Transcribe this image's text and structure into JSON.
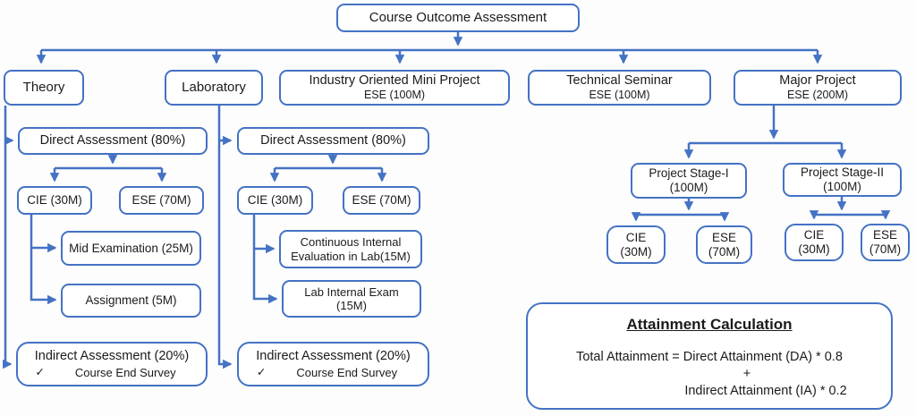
{
  "root": {
    "label": "Course Outcome Assessment"
  },
  "level2": {
    "theory": "Theory",
    "laboratory": "Laboratory",
    "mini_project": {
      "title": "Industry Oriented Mini Project",
      "subtitle": "ESE (100M)"
    },
    "technical_seminar": {
      "title": "Technical Seminar",
      "subtitle": "ESE (100M)"
    },
    "major_project": {
      "title": "Major Project",
      "subtitle": "ESE (200M)"
    }
  },
  "theory_branch": {
    "direct": "Direct Assessment (80%)",
    "cie": "CIE (30M)",
    "ese": "ESE (70M)",
    "mid_exam": "Mid Examination (25M)",
    "assignment": "Assignment (5M)",
    "indirect_title": "Indirect Assessment (20%)",
    "indirect_check": "✓",
    "indirect_item": "Course End Survey"
  },
  "lab_branch": {
    "direct": "Direct Assessment (80%)",
    "cie": "CIE (30M)",
    "ese": "ESE (70M)",
    "cont_eval_line1": "Continuous Internal",
    "cont_eval_line2": "Evaluation in Lab(15M)",
    "lab_exam_line1": "Lab Internal Exam",
    "lab_exam_line2": "(15M)",
    "indirect_title": "Indirect Assessment (20%)",
    "indirect_check": "✓",
    "indirect_item": "Course End Survey"
  },
  "major_branch": {
    "stage1_line1": "Project Stage-I",
    "stage1_line2": "(100M)",
    "stage2_line1": "Project Stage-II",
    "stage2_line2": "(100M)",
    "s1_cie_line1": "CIE",
    "s1_cie_line2": "(30M)",
    "s1_ese_line1": "ESE",
    "s1_ese_line2": "(70M)",
    "s2_cie_line1": "CIE",
    "s2_cie_line2": "(30M)",
    "s2_ese_line1": "ESE",
    "s2_ese_line2": "(70M)"
  },
  "attainment": {
    "title": "Attainment Calculation",
    "formula_line1": "Total Attainment = Direct Attainment (DA) * 0.8",
    "formula_line2": "+",
    "formula_line3": "Indirect Attainment (IA) * 0.2"
  },
  "colors": {
    "line_blue": "#4472C4",
    "text": "#1B1B1B",
    "canvas": "#FDFDFD",
    "box_fill": "#FFFFFF"
  }
}
